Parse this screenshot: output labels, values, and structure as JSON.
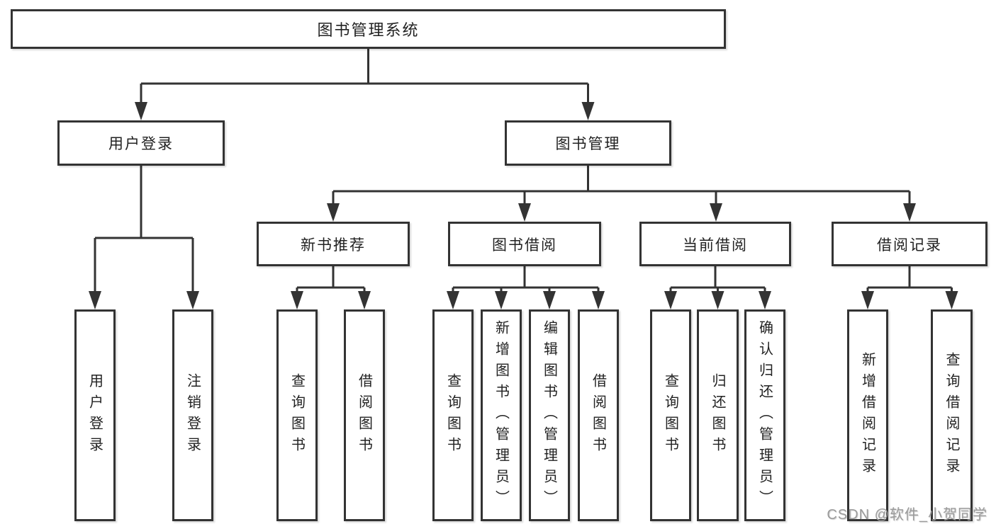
{
  "diagram": {
    "root": "图书管理系统",
    "branches": {
      "user_login": "用户登录",
      "book_management": "图书管理"
    },
    "modules": {
      "new_book_recommend": "新书推荐",
      "book_borrow": "图书借阅",
      "current_borrow": "当前借阅",
      "borrow_records": "借阅记录"
    },
    "leaves": {
      "user_login": [
        "用户登录",
        "注销登录"
      ],
      "new_book_recommend": [
        "查询图书",
        "借阅图书"
      ],
      "book_borrow": [
        "查询图书",
        "新增图书（管理员）",
        "编辑图书（管理员）",
        "借阅图书"
      ],
      "current_borrow": [
        "查询图书",
        "归还图书",
        "确认归还（管理员）"
      ],
      "borrow_records": [
        "新增借阅记录",
        "查询借阅记录"
      ]
    },
    "style": {
      "line_color": "#333333",
      "border_color": "#333333",
      "text_color": "#222222",
      "background": "#ffffff"
    }
  },
  "watermark": "CSDN @软件_小贺同学"
}
